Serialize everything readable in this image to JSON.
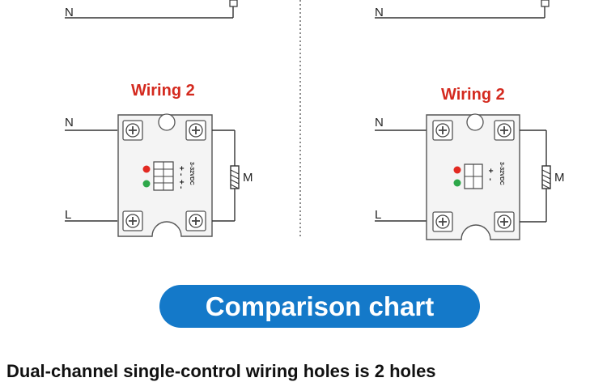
{
  "left_panel": {
    "top_n_label": "N",
    "title": "Wiring 2",
    "n_label": "N",
    "l_label": "L",
    "load_label": "M",
    "voltage": "3-32VDC",
    "pins": [
      "+",
      "-",
      "+",
      "-"
    ]
  },
  "right_panel": {
    "top_n_label": "N",
    "title": "Wiring 2",
    "n_label": "N",
    "l_label": "L",
    "load_label": "M",
    "voltage": "3-32VDC",
    "pins": [
      "+",
      "-"
    ]
  },
  "banner": {
    "label": "Comparison chart",
    "color": "#1479c9"
  },
  "caption": "Dual-channel single-control wiring holes is 2 holes"
}
